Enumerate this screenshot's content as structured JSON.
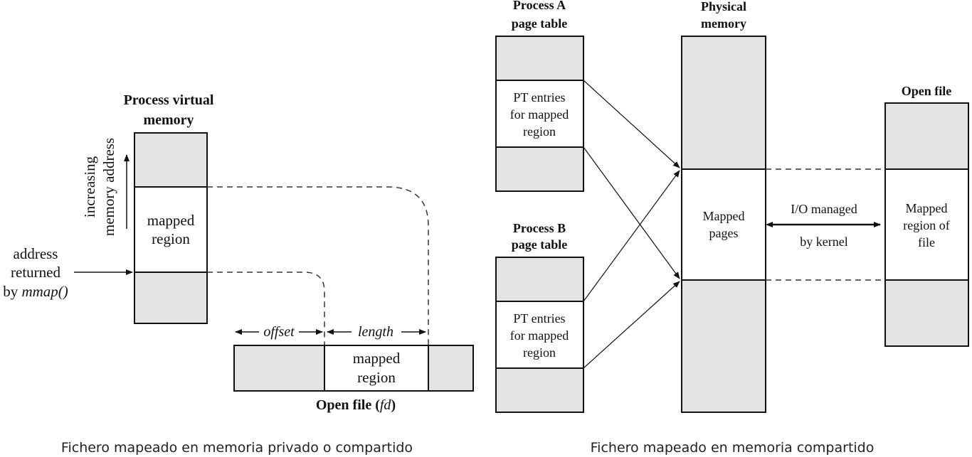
{
  "colors": {
    "shaded": "#e3e3e3",
    "stroke": "#111111",
    "background": "#ffffff"
  },
  "left": {
    "title_line1": "Process virtual",
    "title_line2": "memory",
    "axis_line1": "increasing",
    "axis_line2": "memory address",
    "region_line1": "mapped",
    "region_line2": "region",
    "addr_line1": "address",
    "addr_line2": "returned",
    "addr_line3_prefix": "by ",
    "addr_line3_func": "mmap()",
    "offset_label": "offset",
    "length_label": "length",
    "file_region_line1": "mapped",
    "file_region_line2": "region",
    "file_label_prefix": "Open file (",
    "file_label_fd": "fd",
    "file_label_suffix": ")",
    "caption": "Fichero mapeado en memoria privado o compartido"
  },
  "right": {
    "pa_title_line1": "Process A",
    "pa_title_line2": "page table",
    "pa_entry_line1": "PT entries",
    "pa_entry_line2": "for mapped",
    "pa_entry_line3": "region",
    "pb_title_line1": "Process B",
    "pb_title_line2": "page table",
    "pb_entry_line1": "PT entries",
    "pb_entry_line2": "for mapped",
    "pb_entry_line3": "region",
    "phys_title_line1": "Physical",
    "phys_title_line2": "memory",
    "phys_pages_line1": "Mapped",
    "phys_pages_line2": "pages",
    "io_line1": "I/O managed",
    "io_line2": "by kernel",
    "file_title": "Open file",
    "file_region_line1": "Mapped",
    "file_region_line2": "region of",
    "file_region_line3": "file",
    "caption": "Fichero mapeado en memoria compartido"
  }
}
